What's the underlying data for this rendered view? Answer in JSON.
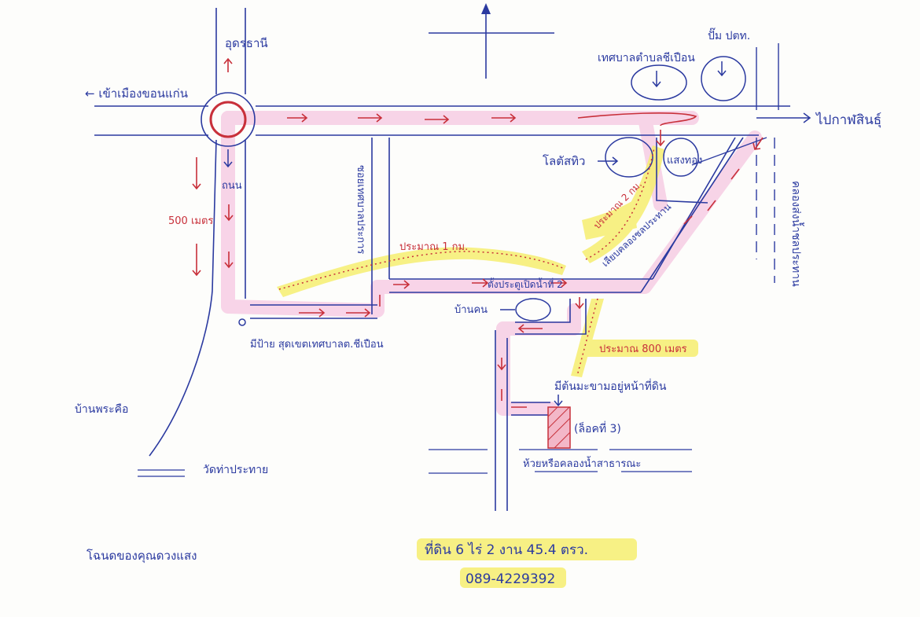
{
  "labels": {
    "to_udon": "อุดรธานี",
    "to_khonkaen": "← เข้าเมืองขอนแก่น",
    "to_kalasin": "ไปกาฬสินธุ์",
    "municipality": "เทศบาลตำบลชีเปือน",
    "ptt": "ปั๊ม ปตท.",
    "lotus": "โลตัสทิว",
    "saengthong": "แสงทอง",
    "school": "ถนน",
    "dist_500": "500 เมตร",
    "soi_prakarn": "ซอยเทศบาลประการ",
    "approx_1km": "ประมาณ 1 กม.",
    "approx_2km": "ประมาณ 2 กม.",
    "canal_side": "เลียบคลองชลประทาน",
    "canal_right": "คลองส่งน้ำชลประทาน",
    "gate2": "ตั้งประตูเปิดน้ำที่ 2",
    "house": "บ้านคน",
    "sign": "มีป้าย สุดเขตเทศบาลต.ชีเปือน",
    "approx_800": "ประมาณ 800 เมตร",
    "big_tree": "มีต้นมะขามอยู่หน้าที่ดิน",
    "plot3": "(ล็อคที่ 3)",
    "ban_phai": "บ้านพระคือ",
    "wat": "วัดท่าประทาย",
    "creek": "ห้วยหรือคลองน้ำสาธารณะ",
    "owner": "โฉนดของคุณดวงแสง"
  },
  "land": {
    "size": "ที่ดิน 6 ไร่ 2 งาน 45.4 ตรว.",
    "phone": "089-4229392"
  },
  "colors": {
    "ink_blue": "#2b3aa0",
    "ink_red": "#c8303a",
    "highlight_yellow": "#f6ee70",
    "highlight_pink": "#f7cde4"
  }
}
